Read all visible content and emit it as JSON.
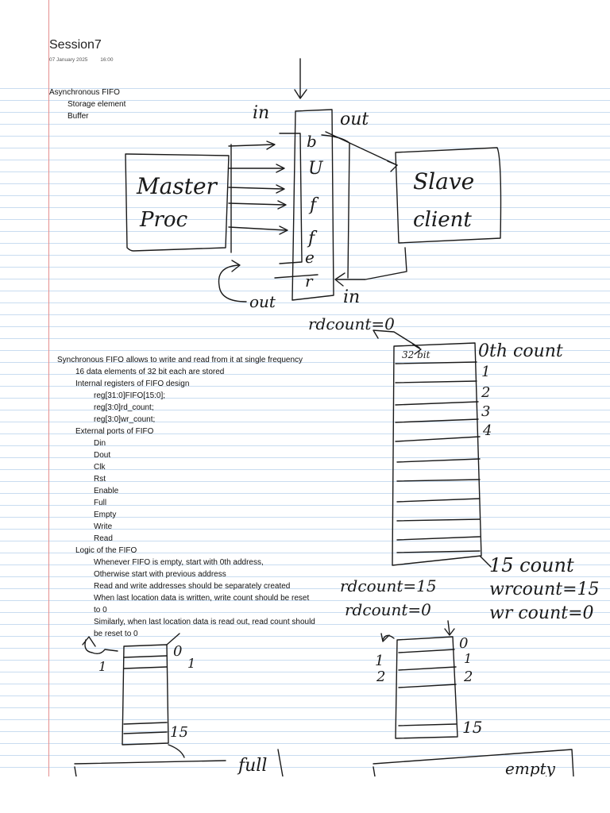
{
  "note": {
    "title": "Session7",
    "date": "07 January 2025",
    "time": "16:00"
  },
  "section1": {
    "heading": "Asynchronous FIFO",
    "items": [
      "Storage element",
      "Buffer"
    ]
  },
  "diagram1": {
    "in_top": "in",
    "out_top": "out",
    "master_line1": "Master",
    "master_line2": "Proc",
    "slave_line1": "Slave",
    "slave_line2": "client",
    "fifo_letters": [
      "b",
      "U",
      "f",
      "f",
      "e",
      "r"
    ],
    "out_bottom": "out",
    "in_bottom": "in"
  },
  "section2": {
    "intro": "Synchronous FIFO allows to write and read from it at single frequency",
    "line1": "16 data elements of 32 bit each are stored",
    "line2": "Internal registers of FIFO design",
    "regs": [
      "reg[31:0]FIFO[15:0];",
      "reg[3:0]rd_count;",
      "reg[3:0]wr_count;"
    ],
    "line3": "External ports of FIFO",
    "ports": [
      "Din",
      "Dout",
      "Clk",
      "Rst",
      "Enable",
      "Full",
      "Empty",
      "Write",
      "Read"
    ],
    "line4": "Logic of the FIFO",
    "logic": [
      "Whenever FIFO is empty, start with 0th address,",
      "Otherwise start with previous address",
      "Read and write addresses should be separately created",
      "When last location data is written, write count should be reset",
      "to 0",
      "Similarly, when last location data is read out, read count should",
      "be reset to 0"
    ]
  },
  "diagram2": {
    "rdcount0": "rdcount=0",
    "cell_label": "32 bit",
    "count_top": "0th count",
    "index_labels": [
      "1",
      "2",
      "3",
      "4"
    ],
    "count_bottom": "15 count",
    "wrcount15": "wrcount=15",
    "wrcount0": "wr count=0",
    "rdcount15": "rdcount=15",
    "rdcount20": "rdcount=0"
  },
  "diagram3": {
    "left_zero": "0",
    "left_one": "1",
    "left_one_b": "1",
    "left_fifteen": "15",
    "left_caption": "full",
    "right_zero": "0",
    "right_one": "1",
    "right_two": "2",
    "right_one_l": "1",
    "right_two_l": "2",
    "right_fifteen": "15",
    "right_caption": "empty"
  }
}
